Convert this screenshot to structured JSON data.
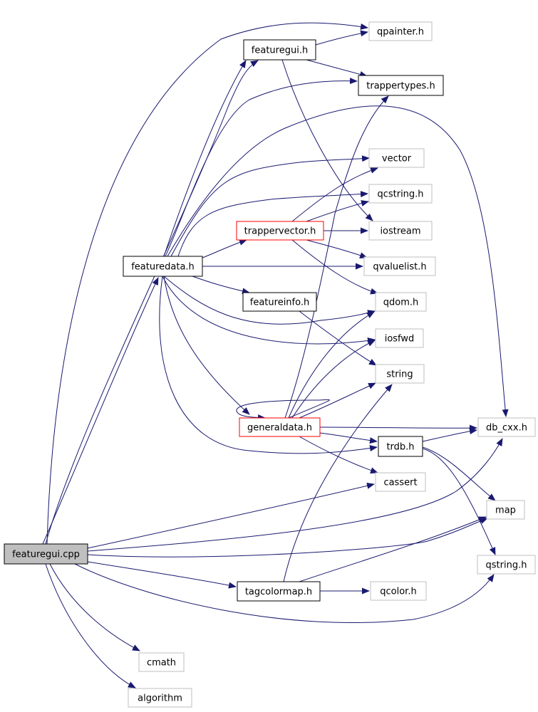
{
  "colors": {
    "edge": "#191970",
    "node_border_default": "#000000",
    "node_border_external": "#bfbfbf",
    "node_border_incomplete": "#ff0000",
    "node_fill_root": "#bfbfbf",
    "node_fill": "#ffffff"
  },
  "graph": {
    "nodes": [
      {
        "id": "featuregui_cpp",
        "label": "featuregui.cpp",
        "kind": "root"
      },
      {
        "id": "qpainter_h",
        "label": "qpainter.h",
        "kind": "external"
      },
      {
        "id": "featuregui_h",
        "label": "featuregui.h",
        "kind": "documented"
      },
      {
        "id": "trappertypes_h",
        "label": "trappertypes.h",
        "kind": "documented"
      },
      {
        "id": "vector",
        "label": "vector",
        "kind": "external"
      },
      {
        "id": "qcstring_h",
        "label": "qcstring.h",
        "kind": "external"
      },
      {
        "id": "trappervector_h",
        "label": "trappervector.h",
        "kind": "incomplete"
      },
      {
        "id": "iostream",
        "label": "iostream",
        "kind": "external"
      },
      {
        "id": "featuredata_h",
        "label": "featuredata.h",
        "kind": "documented"
      },
      {
        "id": "qvaluelist_h",
        "label": "qvaluelist.h",
        "kind": "external"
      },
      {
        "id": "featureinfo_h",
        "label": "featureinfo.h",
        "kind": "documented"
      },
      {
        "id": "qdom_h",
        "label": "qdom.h",
        "kind": "external"
      },
      {
        "id": "iosfwd",
        "label": "iosfwd",
        "kind": "external"
      },
      {
        "id": "string",
        "label": "string",
        "kind": "external"
      },
      {
        "id": "generaldata_h",
        "label": "generaldata.h",
        "kind": "incomplete"
      },
      {
        "id": "db_cxx_h",
        "label": "db_cxx.h",
        "kind": "external"
      },
      {
        "id": "trdb_h",
        "label": "trdb.h",
        "kind": "documented"
      },
      {
        "id": "cassert",
        "label": "cassert",
        "kind": "external"
      },
      {
        "id": "map",
        "label": "map",
        "kind": "external"
      },
      {
        "id": "qstring_h",
        "label": "qstring.h",
        "kind": "external"
      },
      {
        "id": "tagcolormap_h",
        "label": "tagcolormap.h",
        "kind": "documented"
      },
      {
        "id": "qcolor_h",
        "label": "qcolor.h",
        "kind": "external"
      },
      {
        "id": "cmath",
        "label": "cmath",
        "kind": "external"
      },
      {
        "id": "algorithm",
        "label": "algorithm",
        "kind": "external"
      }
    ],
    "edges": [
      {
        "from": "featuregui_cpp",
        "to": "qpainter_h"
      },
      {
        "from": "featuregui_cpp",
        "to": "featuregui_h"
      },
      {
        "from": "featuregui_cpp",
        "to": "featuredata_h"
      },
      {
        "from": "featuregui_cpp",
        "to": "cassert"
      },
      {
        "from": "featuregui_cpp",
        "to": "db_cxx_h"
      },
      {
        "from": "featuregui_cpp",
        "to": "map"
      },
      {
        "from": "featuregui_cpp",
        "to": "tagcolormap_h"
      },
      {
        "from": "featuregui_cpp",
        "to": "qstring_h"
      },
      {
        "from": "featuregui_cpp",
        "to": "cmath"
      },
      {
        "from": "featuregui_cpp",
        "to": "algorithm"
      },
      {
        "from": "featuregui_h",
        "to": "qpainter_h"
      },
      {
        "from": "featuregui_h",
        "to": "trappertypes_h"
      },
      {
        "from": "featuregui_h",
        "to": "iostream"
      },
      {
        "from": "featuredata_h",
        "to": "featuregui_h"
      },
      {
        "from": "featuredata_h",
        "to": "trappertypes_h"
      },
      {
        "from": "featuredata_h",
        "to": "db_cxx_h"
      },
      {
        "from": "featuredata_h",
        "to": "vector"
      },
      {
        "from": "featuredata_h",
        "to": "qcstring_h"
      },
      {
        "from": "featuredata_h",
        "to": "trappervector_h"
      },
      {
        "from": "featuredata_h",
        "to": "qvaluelist_h"
      },
      {
        "from": "featuredata_h",
        "to": "featureinfo_h"
      },
      {
        "from": "featuredata_h",
        "to": "qdom_h"
      },
      {
        "from": "featuredata_h",
        "to": "iosfwd"
      },
      {
        "from": "featuredata_h",
        "to": "generaldata_h"
      },
      {
        "from": "featuredata_h",
        "to": "trdb_h"
      },
      {
        "from": "trappervector_h",
        "to": "vector"
      },
      {
        "from": "trappervector_h",
        "to": "qcstring_h"
      },
      {
        "from": "trappervector_h",
        "to": "iostream"
      },
      {
        "from": "trappervector_h",
        "to": "qvaluelist_h"
      },
      {
        "from": "trappervector_h",
        "to": "qdom_h"
      },
      {
        "from": "featureinfo_h",
        "to": "string"
      },
      {
        "from": "generaldata_h",
        "to": "generaldata_h"
      },
      {
        "from": "generaldata_h",
        "to": "trappertypes_h"
      },
      {
        "from": "generaldata_h",
        "to": "qdom_h"
      },
      {
        "from": "generaldata_h",
        "to": "iosfwd"
      },
      {
        "from": "generaldata_h",
        "to": "string"
      },
      {
        "from": "generaldata_h",
        "to": "db_cxx_h"
      },
      {
        "from": "generaldata_h",
        "to": "trdb_h"
      },
      {
        "from": "generaldata_h",
        "to": "cassert"
      },
      {
        "from": "trdb_h",
        "to": "db_cxx_h"
      },
      {
        "from": "trdb_h",
        "to": "map"
      },
      {
        "from": "trdb_h",
        "to": "qstring_h"
      },
      {
        "from": "tagcolormap_h",
        "to": "string"
      },
      {
        "from": "tagcolormap_h",
        "to": "map"
      },
      {
        "from": "tagcolormap_h",
        "to": "qcolor_h"
      }
    ]
  }
}
